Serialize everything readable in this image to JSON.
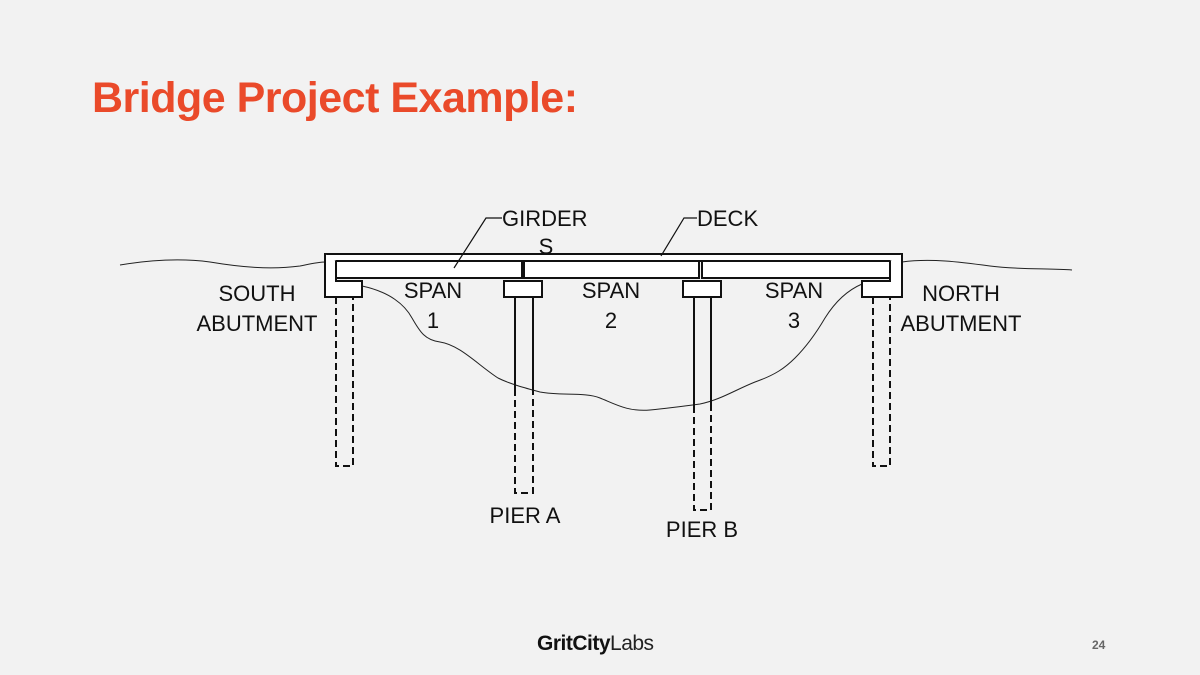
{
  "slide": {
    "title": "Bridge Project Example:",
    "page_number": "24",
    "accent_color": "#ea4a2a"
  },
  "logo": {
    "brand_bold": "GritCity",
    "brand_light": "Labs"
  },
  "diagram": {
    "labels": {
      "girders_line1": "GIRDER",
      "girders_line2": "S",
      "deck": "DECK",
      "south_line1": "SOUTH",
      "south_line2": "ABUTMENT",
      "north_line1": "NORTH",
      "north_line2": "ABUTMENT",
      "span1_line1": "SPAN",
      "span1_line2": "1",
      "span2_line1": "SPAN",
      "span2_line2": "2",
      "span3_line1": "SPAN",
      "span3_line2": "3",
      "pier_a": "PIER A",
      "pier_b": "PIER B"
    }
  }
}
